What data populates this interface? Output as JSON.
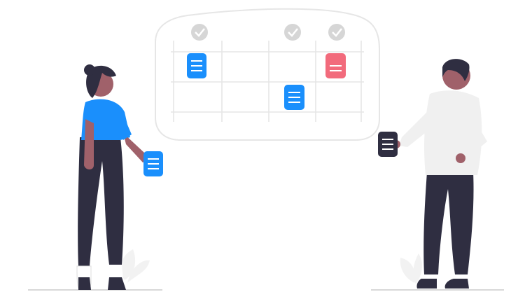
{
  "illustration": {
    "board": {
      "columns": 4,
      "checked_columns": [
        0,
        2,
        3
      ],
      "notes": [
        {
          "color_name": "blue",
          "column": 0,
          "row": 0
        },
        {
          "color_name": "red",
          "column": 3,
          "row": 0
        },
        {
          "color_name": "blue",
          "column": 2,
          "row": 1
        }
      ]
    },
    "people": [
      {
        "name": "woman",
        "shirt_color_name": "blue",
        "holding_note_color_name": "blue"
      },
      {
        "name": "man",
        "shirt_color_name": "light-gray",
        "holding_note_color_name": "dark"
      }
    ]
  },
  "colors": {
    "blue": "#1a8ffc",
    "red": "#f26b7c",
    "dark": "#2f2e41",
    "skin": "#a0616a",
    "board_line": "#e6e6e6",
    "check_circle": "#d6d6d6",
    "shirt_gray": "#f0f0f0",
    "ground": "#cccccc"
  }
}
